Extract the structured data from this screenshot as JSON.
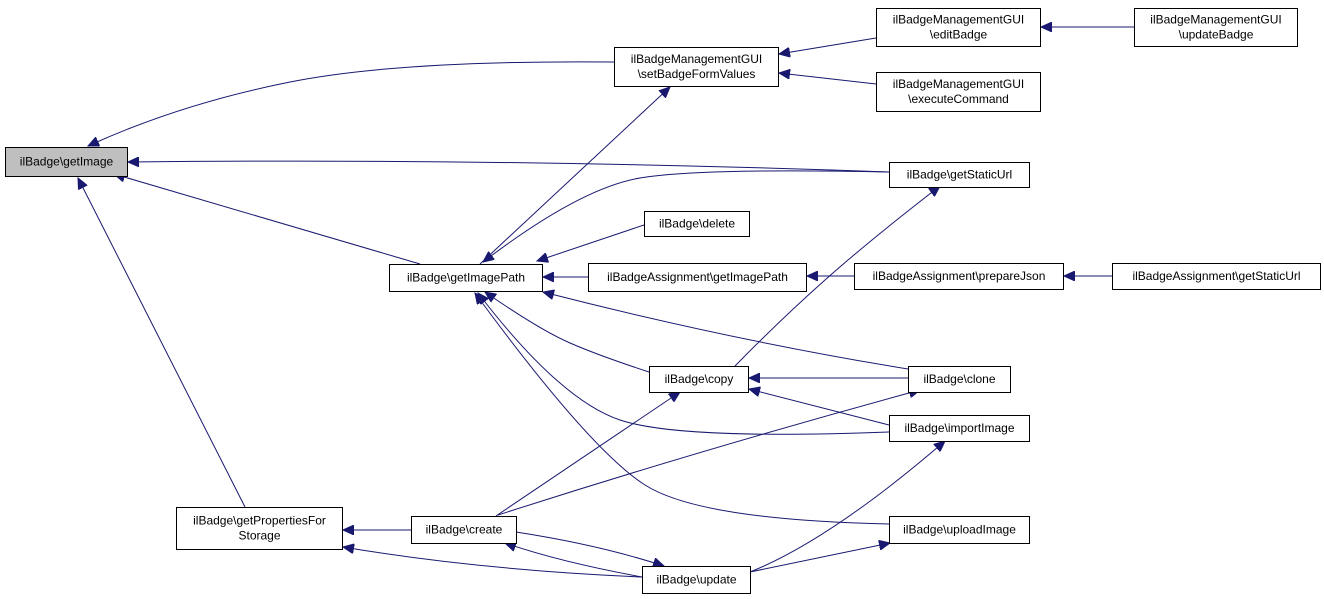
{
  "diagram": {
    "nodes": [
      {
        "id": "getImage",
        "lines": [
          "ilBadge\\getImage"
        ],
        "root": true
      },
      {
        "id": "setBadgeFormValues",
        "lines": [
          "ilBadgeManagementGUI",
          "\\setBadgeFormValues"
        ]
      },
      {
        "id": "editBadge",
        "lines": [
          "ilBadgeManagementGUI",
          "\\editBadge"
        ]
      },
      {
        "id": "updateBadge",
        "lines": [
          "ilBadgeManagementGUI",
          "\\updateBadge"
        ]
      },
      {
        "id": "executeCommand",
        "lines": [
          "ilBadgeManagementGUI",
          "\\executeCommand"
        ]
      },
      {
        "id": "getStaticUrl",
        "lines": [
          "ilBadge\\getStaticUrl"
        ]
      },
      {
        "id": "delete",
        "lines": [
          "ilBadge\\delete"
        ]
      },
      {
        "id": "getImagePath",
        "lines": [
          "ilBadge\\getImagePath"
        ]
      },
      {
        "id": "assignGetImagePath",
        "lines": [
          "ilBadgeAssignment\\getImagePath"
        ]
      },
      {
        "id": "prepareJson",
        "lines": [
          "ilBadgeAssignment\\prepareJson"
        ]
      },
      {
        "id": "assignGetStaticUrl",
        "lines": [
          "ilBadgeAssignment\\getStaticUrl"
        ]
      },
      {
        "id": "copy",
        "lines": [
          "ilBadge\\copy"
        ]
      },
      {
        "id": "clone",
        "lines": [
          "ilBadge\\clone"
        ]
      },
      {
        "id": "importImage",
        "lines": [
          "ilBadge\\importImage"
        ]
      },
      {
        "id": "getPropertiesForStorage",
        "lines": [
          "ilBadge\\getPropertiesFor",
          "Storage"
        ]
      },
      {
        "id": "create",
        "lines": [
          "ilBadge\\create"
        ]
      },
      {
        "id": "uploadImage",
        "lines": [
          "ilBadge\\uploadImage"
        ]
      },
      {
        "id": "update",
        "lines": [
          "ilBadge\\update"
        ]
      }
    ],
    "edges": [
      {
        "from": "setBadgeFormValues",
        "to": "getImage"
      },
      {
        "from": "getStaticUrl",
        "to": "getImage"
      },
      {
        "from": "getImagePath",
        "to": "getImage"
      },
      {
        "from": "getPropertiesForStorage",
        "to": "getImage"
      },
      {
        "from": "editBadge",
        "to": "setBadgeFormValues"
      },
      {
        "from": "executeCommand",
        "to": "setBadgeFormValues"
      },
      {
        "from": "updateBadge",
        "to": "editBadge"
      },
      {
        "from": "getImagePath",
        "to": "setBadgeFormValues"
      },
      {
        "from": "getStaticUrl",
        "to": "getImagePath"
      },
      {
        "from": "delete",
        "to": "getImagePath"
      },
      {
        "from": "assignGetImagePath",
        "to": "getImagePath"
      },
      {
        "from": "copy",
        "to": "getImagePath"
      },
      {
        "from": "clone",
        "to": "getImagePath"
      },
      {
        "from": "importImage",
        "to": "getImagePath"
      },
      {
        "from": "uploadImage",
        "to": "getImagePath"
      },
      {
        "from": "prepareJson",
        "to": "assignGetImagePath"
      },
      {
        "from": "assignGetStaticUrl",
        "to": "prepareJson"
      },
      {
        "from": "copy",
        "to": "getStaticUrl"
      },
      {
        "from": "clone",
        "to": "copy"
      },
      {
        "from": "importImage",
        "to": "copy"
      },
      {
        "from": "create",
        "to": "copy"
      },
      {
        "from": "create",
        "to": "getPropertiesForStorage"
      },
      {
        "from": "update",
        "to": "getPropertiesForStorage"
      },
      {
        "from": "update",
        "to": "create"
      },
      {
        "from": "create",
        "to": "update"
      },
      {
        "from": "create",
        "to": "clone"
      },
      {
        "from": "update",
        "to": "importImage"
      },
      {
        "from": "update",
        "to": "uploadImage"
      }
    ]
  }
}
